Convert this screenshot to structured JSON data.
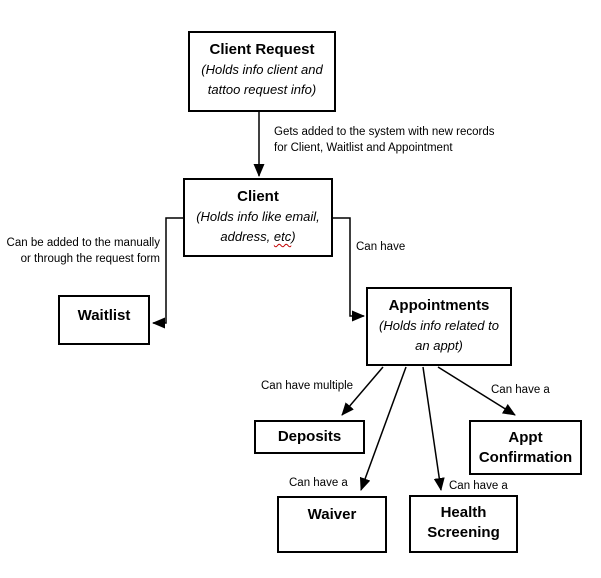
{
  "diagram": {
    "colors": {
      "background": "#ffffff",
      "box_border": "#000000",
      "text": "#000000",
      "arrow": "#000000",
      "spellcheck_underline": "#c00000"
    },
    "nodes": {
      "client_request": {
        "title": "Client Request",
        "subtitle_lines": [
          "(Holds info client and",
          "tattoo request info)"
        ]
      },
      "client": {
        "title": "Client",
        "subtitle_line1": "(Holds info like email,",
        "subtitle_line2_prefix": "address, ",
        "subtitle_line2_flagged": "etc",
        "subtitle_line2_suffix": ")"
      },
      "waitlist": {
        "title": "Waitlist"
      },
      "appointments": {
        "title": "Appointments",
        "subtitle_lines": [
          "(Holds info related to",
          "an appt)"
        ]
      },
      "deposits": {
        "title": "Deposits"
      },
      "appt_confirmation": {
        "title": "Appt Confirmation"
      },
      "waiver": {
        "title": "Waiver"
      },
      "health_screening": {
        "title": "Health Screening"
      }
    },
    "edge_labels": {
      "request_to_client_lines": [
        "Gets added to the system with new records",
        "for Client, Waitlist and Appointment"
      ],
      "client_to_waitlist_lines": [
        "Can be added to the manually",
        "or through the request form"
      ],
      "client_to_appointments": "Can have",
      "appointments_to_deposits": "Can have multiple",
      "appointments_to_confirmation": "Can have a",
      "appointments_to_waiver": "Can have a",
      "appointments_to_health": "Can have a"
    }
  }
}
